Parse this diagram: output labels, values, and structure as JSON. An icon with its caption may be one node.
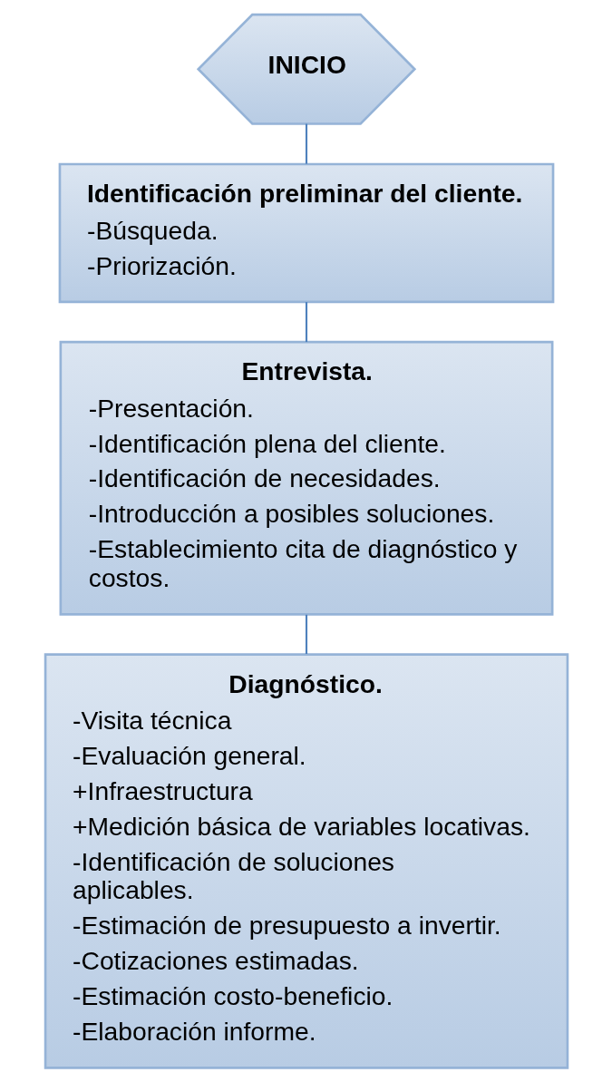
{
  "diagram": {
    "nodes": [
      {
        "text": [
          "INICIO"
        ]
      },
      {
        "text": [
          "Identificación preliminar del cliente.",
          "-Búsqueda.",
          "-Priorización."
        ]
      },
      {
        "text": [
          "Entrevista.",
          "-Presentación.",
          "-Identificación plena del cliente.",
          "-Identificación de necesidades.",
          "-Introducción a posibles soluciones.",
          "-Establecimiento cita de diagnóstico y costos."
        ]
      },
      {
        "text": [
          "Diagnóstico.",
          "-Visita técnica",
          "-Evaluación general.",
          "+Infraestructura",
          "+Medición básica de variables locativas.",
          "-Identificación de soluciones aplicables.",
          "-Estimación de presupuesto a invertir.",
          "-Cotizaciones estimadas.",
          "-Estimación costo-beneficio.",
          "-Elaboración informe."
        ]
      }
    ],
    "edges": [
      {
        "from": 0,
        "to": 1,
        "arrow": "none"
      },
      {
        "from": 1,
        "to": 2,
        "arrow": "none"
      },
      {
        "from": 2,
        "to": 3,
        "arrow": "none"
      }
    ]
  }
}
